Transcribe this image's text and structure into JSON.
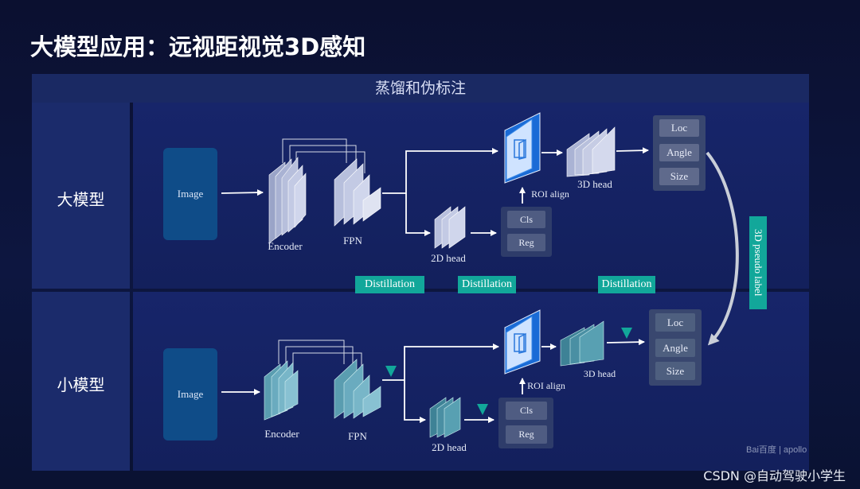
{
  "title": "大模型应用：远视距视觉3D感知",
  "banner": "蒸馏和伪标注",
  "large_model_label": "大模型",
  "small_model_label": "小模型",
  "large_branch": {
    "image": "Image",
    "encoder": "Encoder",
    "fpn": "FPN",
    "head_2d": "2D head",
    "cls": "Cls",
    "reg": "Reg",
    "roi_align": "ROI align",
    "head_3d": "3D head",
    "loc": "Loc",
    "angle": "Angle",
    "size": "Size"
  },
  "small_branch": {
    "image": "Image",
    "encoder": "Encoder",
    "fpn": "FPN",
    "head_2d": "2D head",
    "cls": "Cls",
    "reg": "Reg",
    "roi_align": "ROI align",
    "head_3d": "3D  head",
    "loc": "Loc",
    "angle": "Angle",
    "size": "Size"
  },
  "distillation_labels": [
    "Distillation",
    "Distillation",
    "Distillation"
  ],
  "pseudo_label": "3D pseudo label",
  "watermark_logo": "Bai百度 | apollo",
  "watermark_credit": "CSDN @自动驾驶小学生",
  "colors": {
    "teal": "#12a79a",
    "image_box": "#0f4c88",
    "panel": "#1b2b6b"
  }
}
